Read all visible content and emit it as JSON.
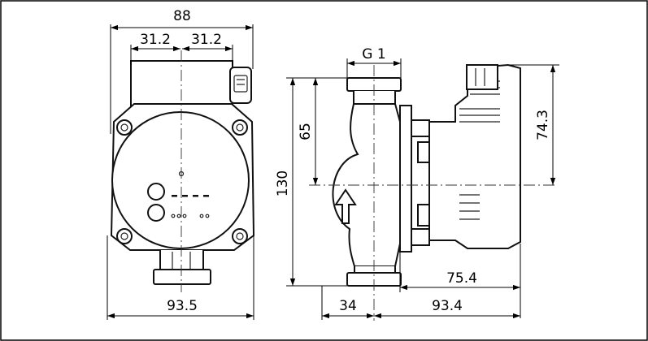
{
  "drawing": {
    "left_view": {
      "dim_width_top": "88",
      "dim_half_left": "31.2",
      "dim_half_right": "31.2",
      "dim_width_bottom": "93.5"
    },
    "right_view": {
      "dim_thread": "G 1",
      "dim_height_upper": "65",
      "dim_total_height": "130",
      "dim_motor_height": "74.3",
      "dim_motor_length": "75.4",
      "dim_port_offset": "34",
      "dim_total_length": "93.4"
    }
  }
}
